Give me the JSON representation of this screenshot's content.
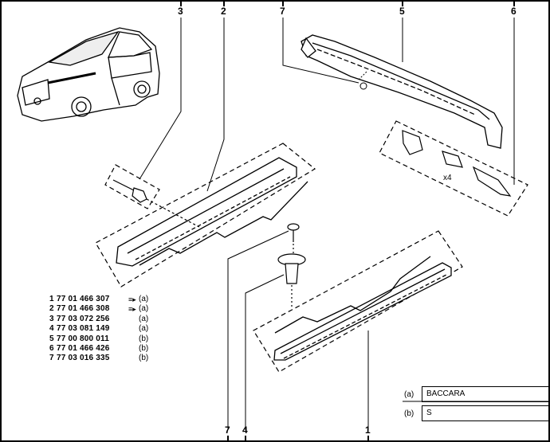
{
  "callouts": {
    "c1": "1",
    "c2": "2",
    "c3": "3",
    "c4": "4",
    "c5": "5",
    "c6": "6",
    "c7_top": "7",
    "c7_bottom": "7"
  },
  "multiplier": "x4",
  "parts": [
    {
      "index": "1",
      "ref": "77 01 466 307",
      "icon": "pack-icon",
      "note": "(a)"
    },
    {
      "index": "2",
      "ref": "77 01 466 308",
      "icon": "pack-icon",
      "note": "(a)"
    },
    {
      "index": "3",
      "ref": "77 03 072 256",
      "icon": "",
      "note": "(a)"
    },
    {
      "index": "4",
      "ref": "77 03 081 149",
      "icon": "",
      "note": "(a)"
    },
    {
      "index": "5",
      "ref": "77 00 800 011",
      "icon": "",
      "note": "(b)"
    },
    {
      "index": "6",
      "ref": "77 01 466 426",
      "icon": "",
      "note": "(b)"
    },
    {
      "index": "7",
      "ref": "77 03 016 335",
      "icon": "",
      "note": "(b)"
    }
  ],
  "legend": [
    {
      "key": "(a)",
      "value": "BACCARA"
    },
    {
      "key": "(b)",
      "value": "S"
    }
  ]
}
